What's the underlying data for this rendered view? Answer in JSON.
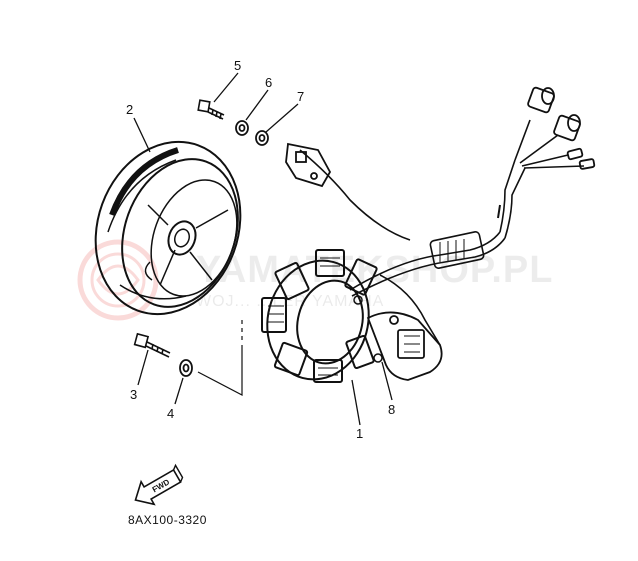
{
  "watermark": {
    "brand_text": "YAMATEKSHOP.PL",
    "tagline_text": "WOJ... ...LER YAMAHA"
  },
  "callouts": {
    "n1": "1",
    "n2": "2",
    "n3": "3",
    "n4": "4",
    "n5": "5",
    "n6": "6",
    "n7": "7",
    "n8": "8"
  },
  "fwd_label": "FWD",
  "diagram_code": "8AX100-3320",
  "colors": {
    "ink": "#111111",
    "watermark_logo": "#e53935"
  }
}
